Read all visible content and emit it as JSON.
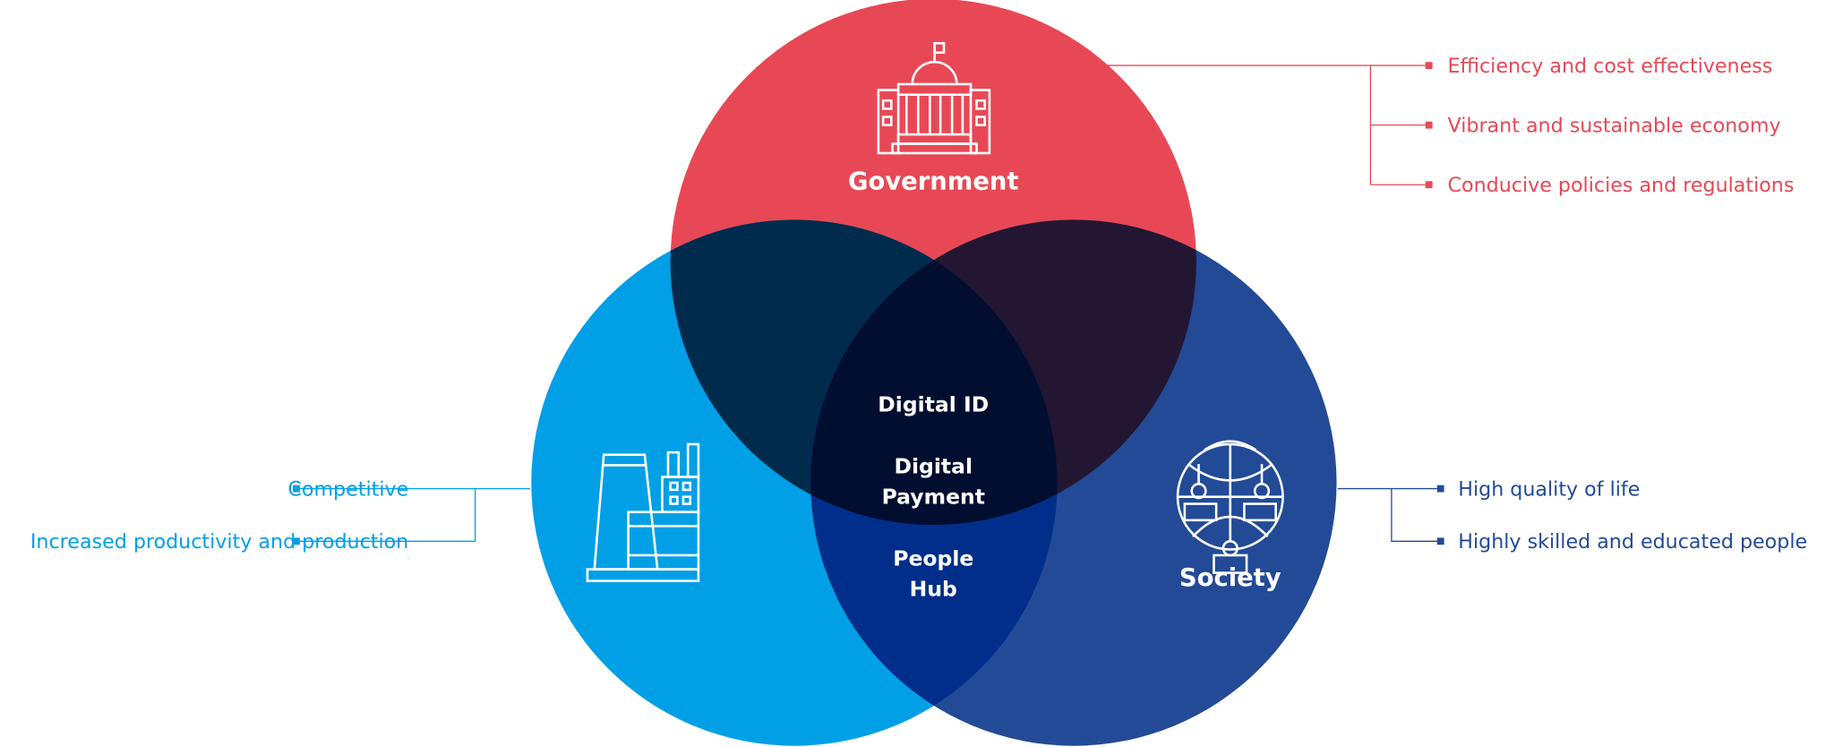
{
  "colors": {
    "government": "#E84856",
    "industry": "#009FE6",
    "society": "#234A96",
    "government_industry": "#002B4D",
    "government_society": "#231632",
    "industry_society": "#012E8A",
    "all_three": "#020E30"
  },
  "government": {
    "title": "Government",
    "icon": "capitol-building-icon",
    "benefits": [
      "Efficiency and cost effectiveness",
      "Vibrant and sustainable economy",
      "Conducive policies and regulations"
    ]
  },
  "industry": {
    "title": "Industry",
    "icon": "factory-icon",
    "benefits": [
      "Competitive",
      "Increased productivity and production"
    ]
  },
  "society": {
    "title": "Society",
    "icon": "connected-globe-people-icon",
    "benefits": [
      "High quality of life",
      "Highly skilled and educated people"
    ]
  },
  "center": {
    "all_three": "Digital ID",
    "gov_industry_society_lower": [
      "Digital",
      "Payment"
    ],
    "industry_society": [
      "People",
      "Hub"
    ]
  }
}
